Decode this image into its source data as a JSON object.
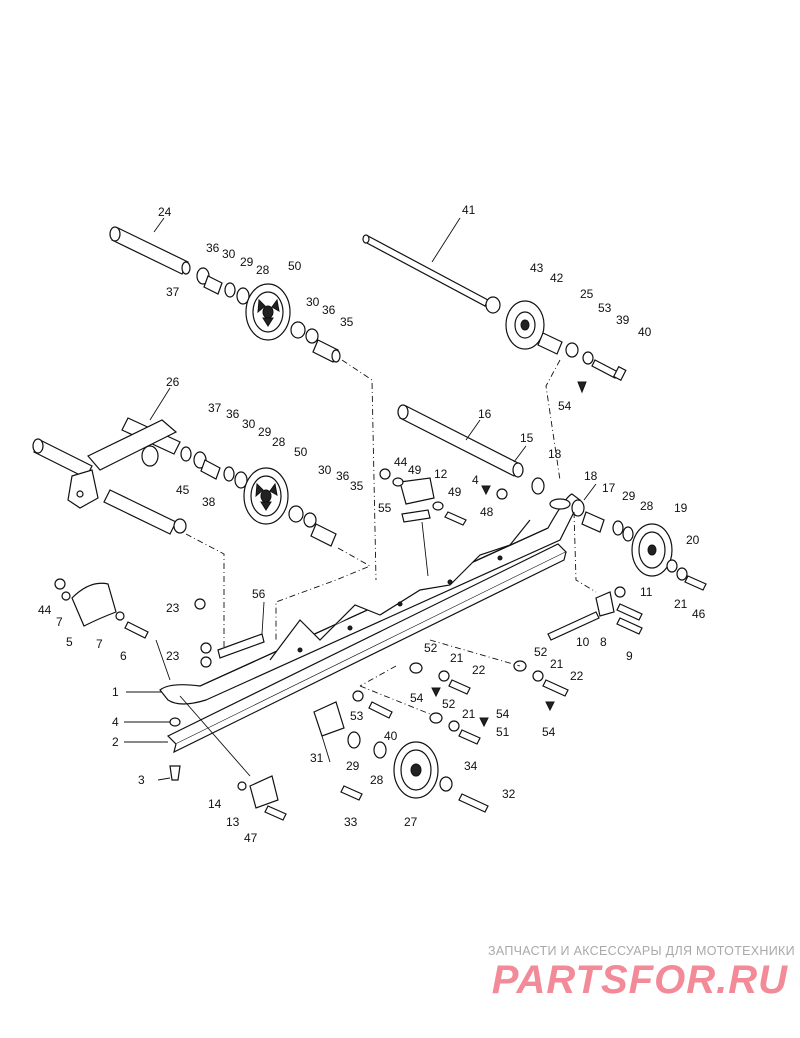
{
  "watermark": {
    "caption": "ЗАПЧАСТИ И АКСЕССУАРЫ ДЛЯ МОТОТЕХНИКИ",
    "brand": "PARTSFOR.RU"
  },
  "callouts": {
    "c1": "1",
    "c2": "2",
    "c3": "3",
    "c4a": "4",
    "c4b": "4",
    "c5": "5",
    "c6": "6",
    "c7a": "7",
    "c7b": "7",
    "c8": "8",
    "c9": "9",
    "c10": "10",
    "c11": "11",
    "c12": "12",
    "c13": "13",
    "c14": "14",
    "c15": "15",
    "c16": "16",
    "c17": "17",
    "c18a": "18",
    "c18b": "18",
    "c19": "19",
    "c20": "20",
    "c21a": "21",
    "c21b": "21",
    "c21c": "21",
    "c21d": "21",
    "c22a": "22",
    "c22b": "22",
    "c23a": "23",
    "c23b": "23",
    "c24": "24",
    "c25": "25",
    "c26": "26",
    "c27": "27",
    "c28a": "28",
    "c28b": "28",
    "c28c": "28",
    "c28d": "28",
    "c29a": "29",
    "c29b": "29",
    "c29c": "29",
    "c29d": "29",
    "c30a": "30",
    "c30b": "30",
    "c30c": "30",
    "c30d": "30",
    "c31": "31",
    "c32": "32",
    "c33": "33",
    "c34": "34",
    "c35a": "35",
    "c35b": "35",
    "c36a": "36",
    "c36b": "36",
    "c36c": "36",
    "c36d": "36",
    "c37a": "37",
    "c37b": "37",
    "c38": "38",
    "c39": "39",
    "c40a": "40",
    "c40b": "40",
    "c41": "41",
    "c42": "42",
    "c43": "43",
    "c44a": "44",
    "c44b": "44",
    "c45": "45",
    "c46": "46",
    "c47": "47",
    "c48": "48",
    "c49a": "49",
    "c49b": "49",
    "c50a": "50",
    "c50b": "50",
    "c51": "51",
    "c52a": "52",
    "c52b": "52",
    "c52c": "52",
    "c53a": "53",
    "c53b": "53",
    "c54a": "54",
    "c54b": "54",
    "c54c": "54",
    "c54d": "54",
    "c55": "55",
    "c56": "56"
  }
}
